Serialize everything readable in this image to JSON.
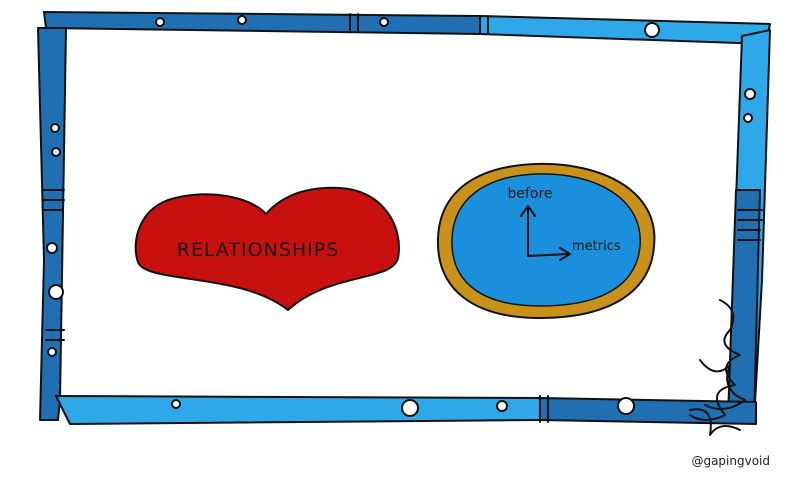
{
  "heart": {
    "label": "RELATIONSHIPS",
    "fill": "#c8110e"
  },
  "circle": {
    "axis_y_label": "before",
    "axis_x_label": "metrics",
    "fill": "#1b8fdb",
    "rim": "#c8921a"
  },
  "frame": {
    "dark_blue": "#1f6fb2",
    "light_blue": "#2fa8ea"
  },
  "credit": "@gapingvoid"
}
